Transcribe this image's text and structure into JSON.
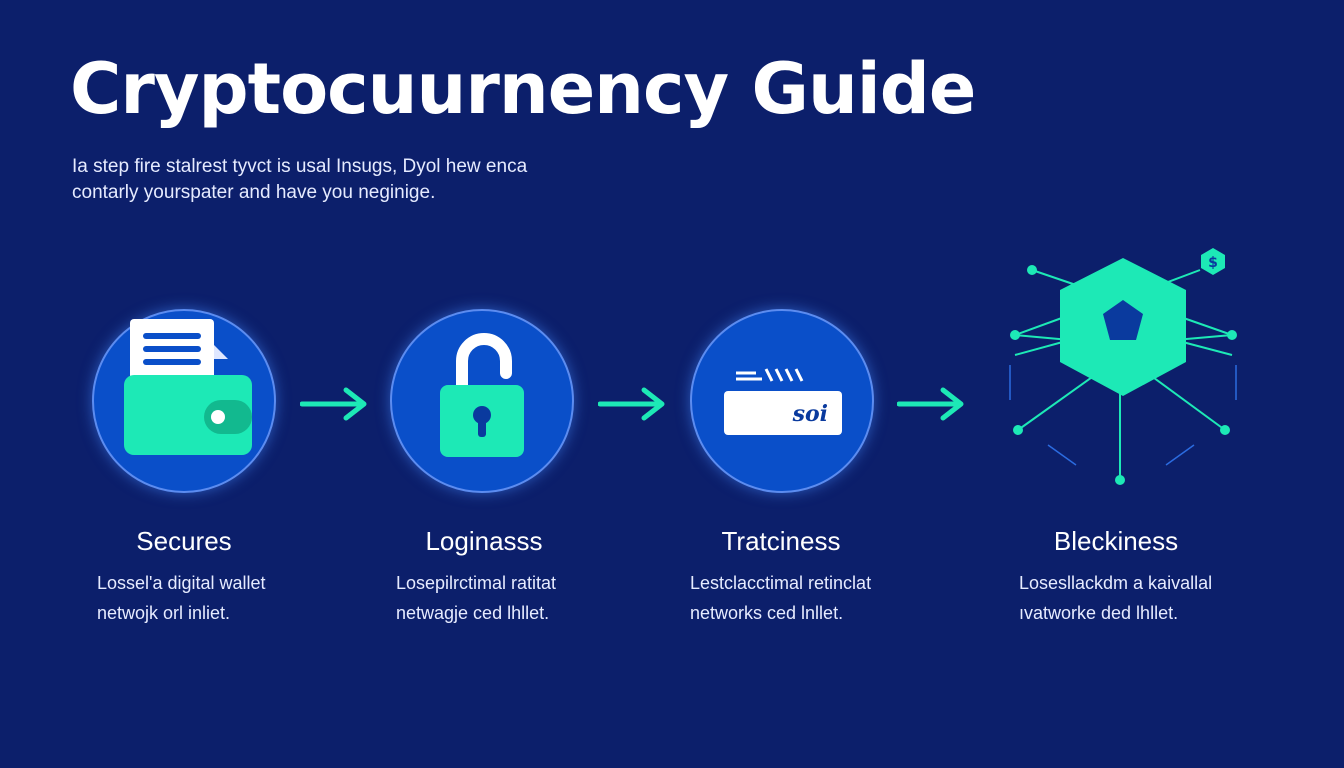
{
  "header": {
    "title": "Cryptocuurnency Guide",
    "subtitle_line1": "Ia step fire stalrest tyvct is usal Insugs, Dyol hew enca",
    "subtitle_line2": "contarly yourspater and have you neginige."
  },
  "colors": {
    "background": "#0c1f6b",
    "circle": "#0a4fc9",
    "accent": "#1de9b6",
    "text": "#ffffff"
  },
  "steps": [
    {
      "icon": "wallet-icon",
      "title": "Secures",
      "desc_line1": "Lossel'a digital wallet",
      "desc_line2": "netwojk orl inliet."
    },
    {
      "icon": "padlock-icon",
      "title": "Loginasss",
      "desc_line1": "Losepilrctimal ratitat",
      "desc_line2": "netwagje ced lhllet."
    },
    {
      "icon": "transaction-card-icon",
      "card_text": "soi",
      "title": "Tratciness",
      "desc_line1": "Lestclacctimal retinclat",
      "desc_line2": "networks ced lnllet."
    },
    {
      "icon": "blockchain-network-icon",
      "badge_text": "$",
      "title": "Bleckiness",
      "desc_line1": "Losesllackdm a kaivallal",
      "desc_line2": "ıvatworke ded lhllet."
    }
  ]
}
